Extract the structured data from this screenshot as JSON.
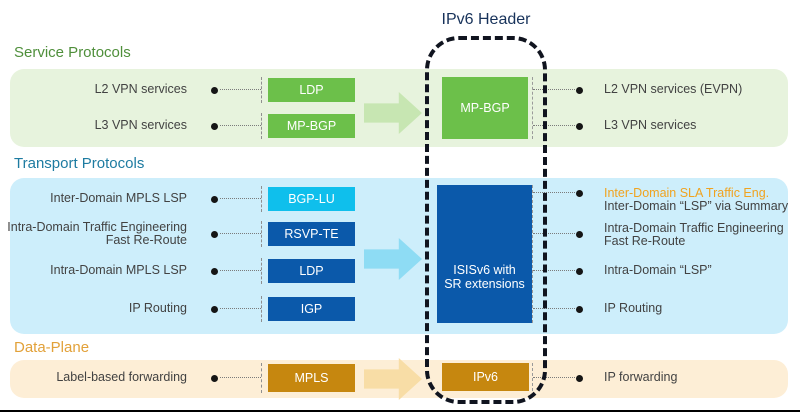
{
  "header": {
    "title": "IPv6 Header"
  },
  "sections": {
    "service": {
      "title": "Service Protocols",
      "rows": [
        {
          "left": "L2 VPN services",
          "box": "LDP",
          "right": "L2 VPN services (EVPN)"
        },
        {
          "left": "L3 VPN services",
          "box": "MP-BGP",
          "right": "L3 VPN services"
        }
      ],
      "merged_box": "MP-BGP"
    },
    "transport": {
      "title": "Transport Protocols",
      "rows": [
        {
          "left": "Inter-Domain MPLS LSP",
          "box": "BGP-LU",
          "right_lines": [
            "Inter-Domain SLA Traffic Eng.",
            "Inter-Domain “LSP” via Summary"
          ]
        },
        {
          "left_lines": [
            "Intra-Domain Traffic Engineering",
            "Fast Re-Route"
          ],
          "box": "RSVP-TE",
          "right_lines": [
            "Intra-Domain Traffic Engineering",
            "Fast Re-Route"
          ]
        },
        {
          "left": "Intra-Domain MPLS LSP",
          "box": "LDP",
          "right": "Intra-Domain “LSP”"
        },
        {
          "left": "IP Routing",
          "box": "IGP",
          "right": "IP Routing"
        }
      ],
      "merged_box_lines": [
        "ISISv6 with",
        "SR extensions"
      ]
    },
    "data_plane": {
      "title": "Data-Plane",
      "rows": [
        {
          "left": "Label-based forwarding",
          "box": "MPLS",
          "right": "IP forwarding"
        }
      ],
      "merged_box": "IPv6"
    }
  },
  "colors": {
    "service_band": "#e7f3dd",
    "service_title": "#4f8f3b",
    "service_box": "#6cc04a",
    "service_arrow": "#c7e6b2",
    "transport_band": "#cdeefb",
    "transport_title": "#1d7ba1",
    "transport_box_highlight": "#0fbfec",
    "transport_box": "#0b59aa",
    "transport_arrow": "#8edcf4",
    "data_band": "#fdeed6",
    "data_title": "#e2a139",
    "data_box": "#c6870f",
    "data_arrow": "#f8dda6",
    "right_highlight_text": "#f0a31f",
    "header_title_text": "#17325a"
  }
}
